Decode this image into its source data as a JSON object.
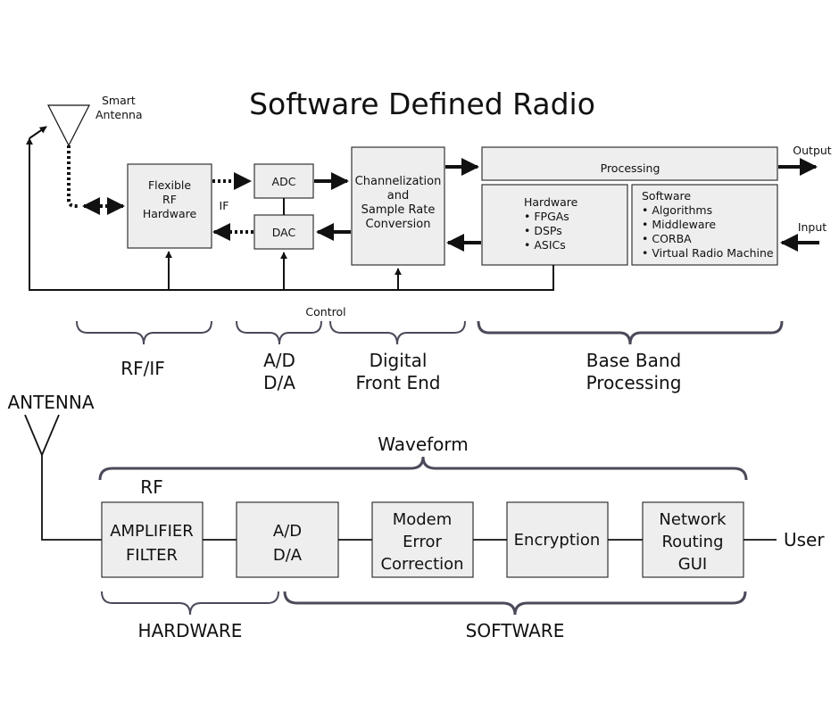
{
  "title": "Software Defined Radio",
  "top": {
    "smart_antenna": [
      "Smart",
      "Antenna"
    ],
    "flexible_rf": [
      "Flexible",
      "RF",
      "Hardware"
    ],
    "if_label": "IF",
    "adc": "ADC",
    "dac": "DAC",
    "channelization": [
      "Channelization",
      "and",
      "Sample Rate",
      "Conversion"
    ],
    "processing": "Processing",
    "hardware_title": "Hardware",
    "hardware_items": [
      "• FPGAs",
      "• DSPs",
      "• ASICs"
    ],
    "software_title": "Software",
    "software_items": [
      "• Algorithms",
      "• Middleware",
      "• CORBA",
      "• Virtual Radio Machine"
    ],
    "output": "Output",
    "input": "Input",
    "control": "Control"
  },
  "sections": {
    "rf_if": "RF/IF",
    "ad_da": [
      "A/D",
      "D/A"
    ],
    "digital_front_end": [
      "Digital",
      "Front End"
    ],
    "base_band": [
      "Base Band",
      "Processing"
    ]
  },
  "bottom": {
    "antenna": "ANTENNA",
    "waveform": "Waveform",
    "rf": "RF",
    "amplifier": [
      "AMPLIFIER",
      "FILTER"
    ],
    "ad_da": [
      "A/D",
      "D/A"
    ],
    "modem": [
      "Modem",
      "Error",
      "Correction"
    ],
    "encryption": "Encryption",
    "network": [
      "Network",
      "Routing",
      "GUI"
    ],
    "user": "User",
    "hardware": "HARDWARE",
    "software": "SOFTWARE"
  }
}
